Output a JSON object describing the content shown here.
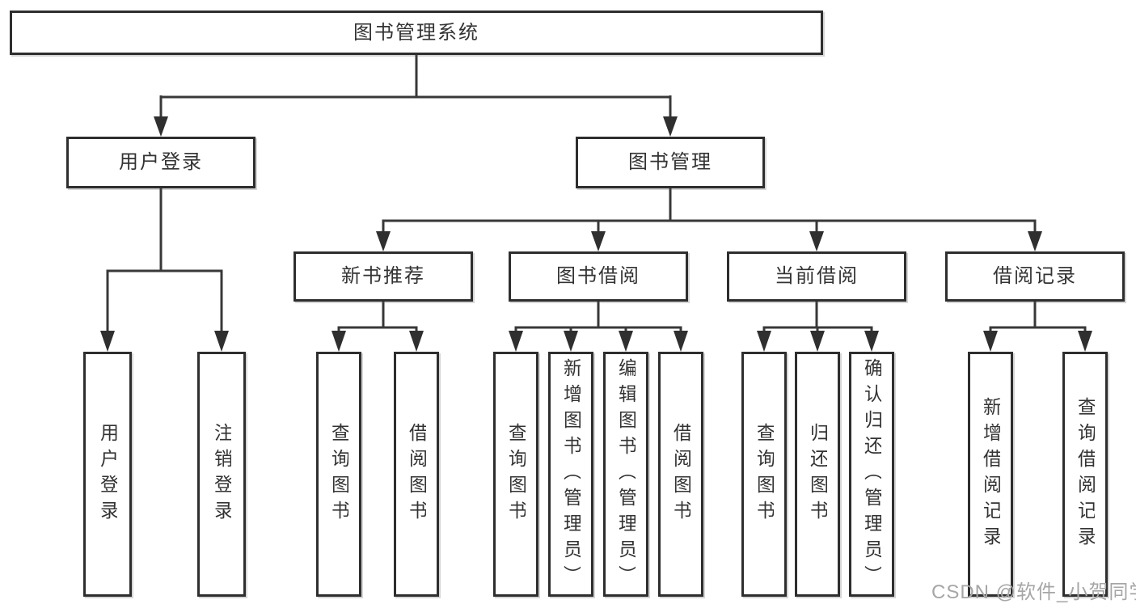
{
  "colors": {
    "line": "#383838",
    "box_border": "#2e2e2e",
    "box_fill": "#ffffff",
    "text": "#333333",
    "watermark": "#a6a6a6",
    "background": "#ffffff"
  },
  "watermark": {
    "text": "CSDN @软件_小贺同学"
  },
  "diagram": {
    "type": "tree",
    "root": {
      "label": "图书管理系统",
      "children": [
        {
          "label": "用户登录",
          "children": [
            {
              "label": "用户登录"
            },
            {
              "label": "注销登录"
            }
          ]
        },
        {
          "label": "图书管理",
          "children": [
            {
              "label": "新书推荐",
              "children": [
                {
                  "label": "查询图书"
                },
                {
                  "label": "借阅图书"
                }
              ]
            },
            {
              "label": "图书借阅",
              "children": [
                {
                  "label": "查询图书"
                },
                {
                  "label": "新增图书（管理员）"
                },
                {
                  "label": "编辑图书（管理员）"
                },
                {
                  "label": "借阅图书"
                }
              ]
            },
            {
              "label": "当前借阅",
              "children": [
                {
                  "label": "查询图书"
                },
                {
                  "label": "归还图书"
                },
                {
                  "label": "确认归还（管理员）"
                }
              ]
            },
            {
              "label": "借阅记录",
              "children": [
                {
                  "label": "新增借阅记录"
                },
                {
                  "label": "查询借阅记录"
                }
              ]
            }
          ]
        }
      ]
    }
  }
}
